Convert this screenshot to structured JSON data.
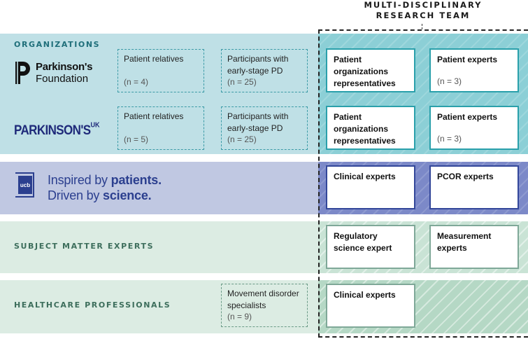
{
  "team_header": {
    "line1": "MULTI-DISCIPLINARY",
    "line2": "RESEARCH TEAM"
  },
  "sections": {
    "organizations": "ORGANIZATIONS",
    "sme": "SUBJECT MATTER EXPERTS",
    "hcp": "HEALTHCARE PROFESSIONALS"
  },
  "logos": {
    "pf": {
      "line1": "Parkinson's",
      "line2": "Foundation"
    },
    "puk": {
      "main": "PARKINSON'S",
      "sup": "UK"
    },
    "ucb": {
      "badge": "ucb",
      "line1_pre": "Inspired by ",
      "line1_bold": "patients.",
      "line2_pre": "Driven by ",
      "line2_bold": "science."
    }
  },
  "org_rows": [
    {
      "relatives": {
        "label": "Patient relatives",
        "n": "(n = 4)"
      },
      "participants": {
        "label": "Participants with early-stage PD",
        "n": "(n = 25)"
      },
      "team_left": {
        "label": "Patient organizations representatives"
      },
      "team_right": {
        "label": "Patient experts",
        "n": "(n = 3)"
      }
    },
    {
      "relatives": {
        "label": "Patient relatives",
        "n": "(n = 5)"
      },
      "participants": {
        "label": "Participants with early-stage PD",
        "n": "(n = 25)"
      },
      "team_left": {
        "label": "Patient organizations representatives"
      },
      "team_right": {
        "label": "Patient experts",
        "n": "(n = 3)"
      }
    }
  ],
  "ucb_row": {
    "team_left": "Clinical experts",
    "team_right": "PCOR experts"
  },
  "sme_row": {
    "team_left": "Regulatory science expert",
    "team_right": "Measurement experts"
  },
  "hcp_row": {
    "participants": {
      "label": "Movement disorder specialists",
      "n": "(n = 9)"
    },
    "team_left": "Clinical experts"
  }
}
